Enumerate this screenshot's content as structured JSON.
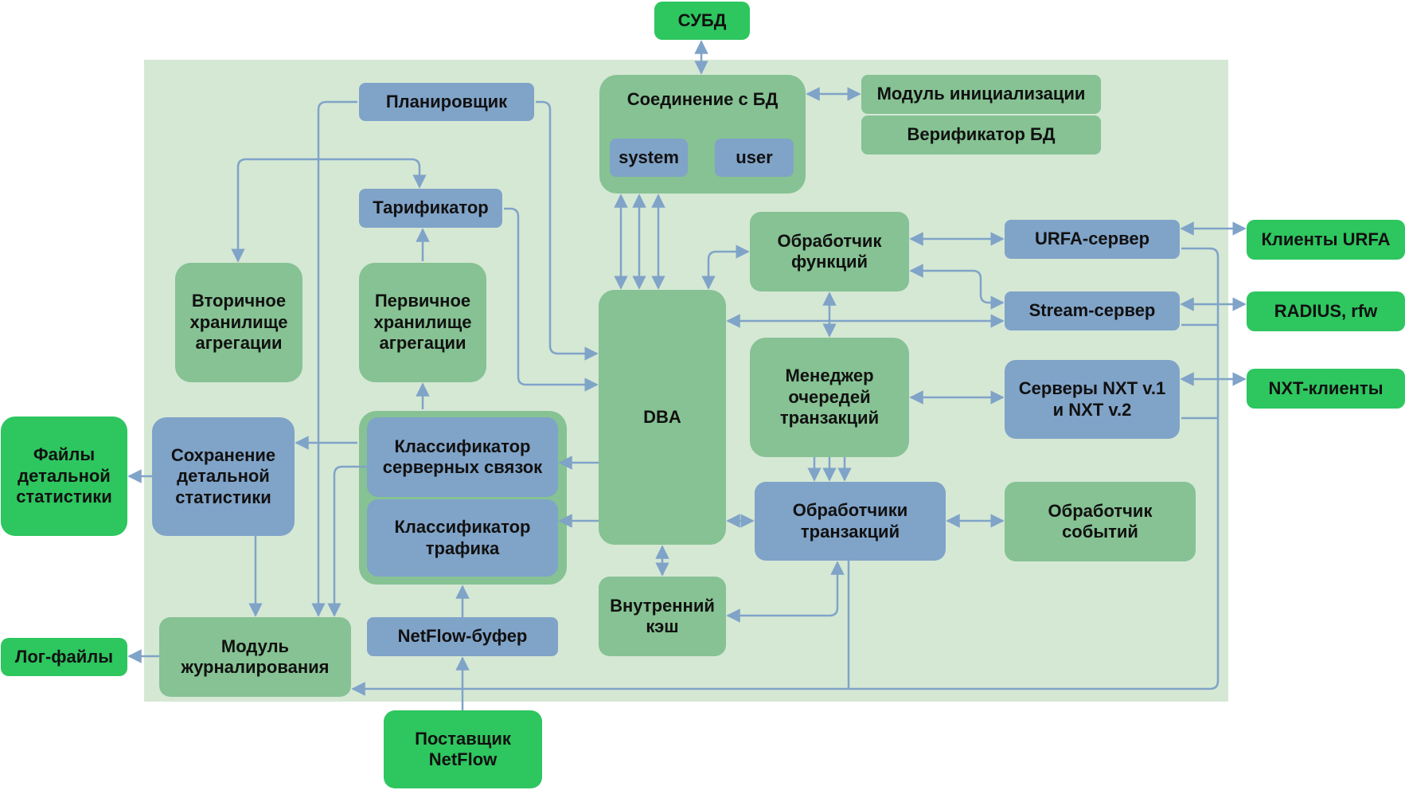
{
  "colors": {
    "external": "#2ec65f",
    "module": "#86c293",
    "service": "#80a3c8",
    "background": "#d5e8d4",
    "connector": "#80a3c8"
  },
  "nodes": {
    "subd": "СУБД",
    "db_connection": "Соединение с БД",
    "system": "system",
    "user": "user",
    "init_module": "Модуль инициализации",
    "db_verifier": "Верификатор БД",
    "scheduler": "Планировщик",
    "tariffier": "Тарификатор",
    "secondary_storage": "Вторичное хранилище агрегации",
    "primary_storage": "Первичное хранилище агрегации",
    "server_link_classifier": "Классификатор серверных связок",
    "traffic_classifier": "Классификатор трафика",
    "detail_stat_save": "Сохранение детальной статистики",
    "detail_stat_files": "Файлы детальной статистики",
    "log_module": "Модуль журналирования",
    "log_files": "Лог-файлы",
    "netflow_buffer": "NetFlow-буфер",
    "netflow_provider": "Поставщик NetFlow",
    "dba": "DBA",
    "internal_cache": "Внутренний кэш",
    "function_handler": "Обработчик функций",
    "queue_manager": "Менеджер очередей транзакций",
    "transaction_handlers": "Обработчики транзакций",
    "event_handler": "Обработчик событий",
    "urfa_server": "URFA-сервер",
    "stream_server": "Stream-сервер",
    "nxt_servers": "Серверы NXT v.1 и NXT v.2",
    "urfa_clients": "Клиенты URFA",
    "radius": "RADIUS, rfw",
    "nxt_clients": "NXT-клиенты"
  }
}
